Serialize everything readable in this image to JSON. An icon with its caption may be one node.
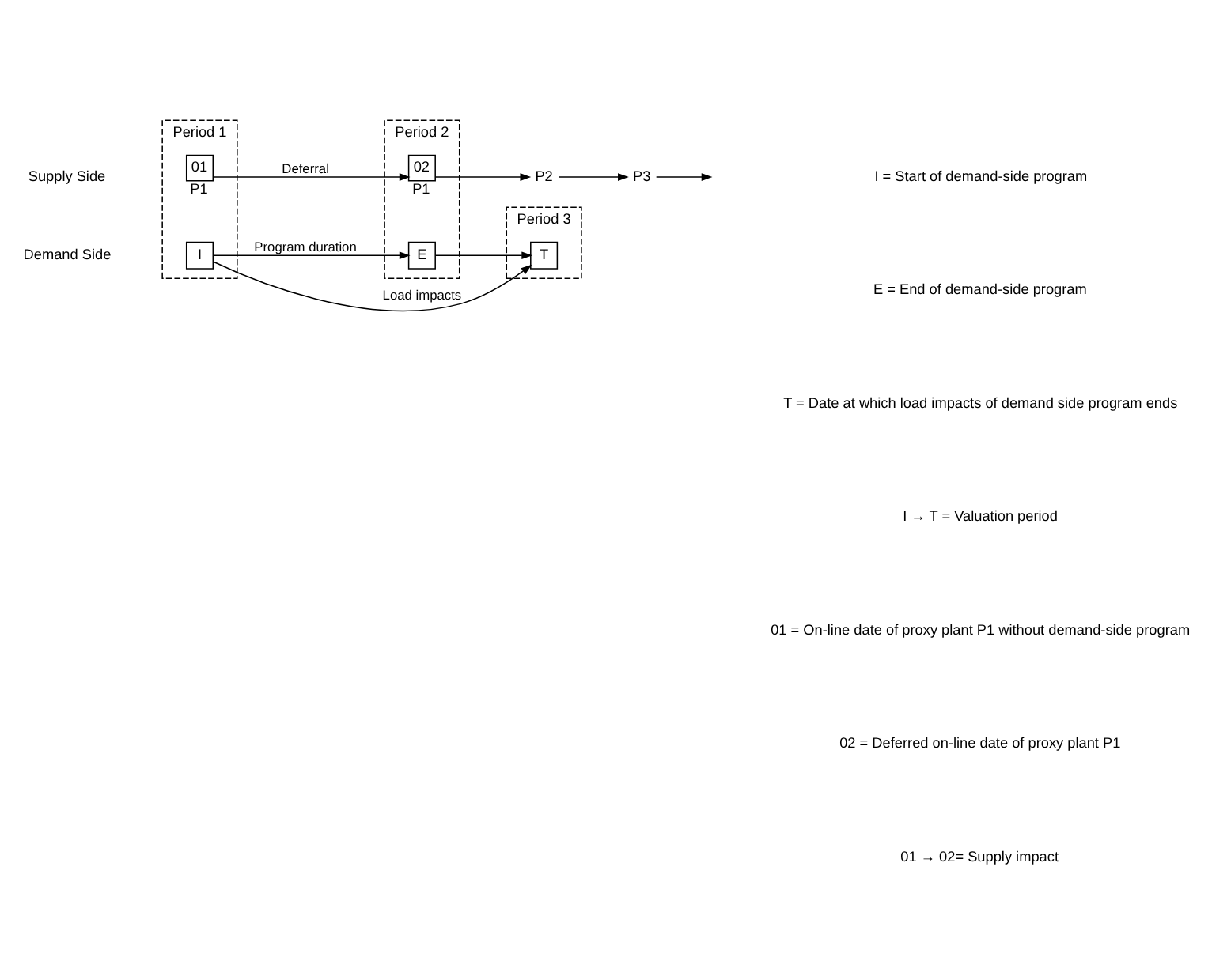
{
  "diagram": {
    "nodes": [
      {
        "text": [
          "Period 1"
        ]
      },
      {
        "text": [
          "Period 2"
        ]
      },
      {
        "text": [
          "Period 3"
        ]
      },
      {
        "text": [
          "I"
        ],
        "in": 0
      },
      {
        "text": [
          "E"
        ],
        "in": 1
      },
      {
        "text": [
          "T"
        ],
        "in": 2
      },
      {
        "text": [
          "01"
        ],
        "in": 0,
        "beside": [
          "P1"
        ]
      },
      {
        "text": [
          "02"
        ],
        "in": 1,
        "beside": [
          "P1"
        ]
      },
      {
        "text": [
          "P2"
        ]
      },
      {
        "text": [
          "P3"
        ]
      }
    ],
    "edges": [
      {
        "from": 3,
        "to": 4,
        "arrow": "to",
        "label": "Program duration"
      },
      {
        "from": 4,
        "to": 5,
        "arrow": "to"
      },
      {
        "from": 3,
        "to": 5,
        "arrow": "to",
        "label": "Load impacts"
      },
      {
        "from": 6,
        "to": 7,
        "arrow": "to",
        "label": "Deferral"
      },
      {
        "from": 7,
        "to": 8,
        "arrow": "to"
      },
      {
        "from": 8,
        "to": 9,
        "arrow": "to"
      },
      {
        "from": 9,
        "to": null,
        "arrow": "to"
      }
    ],
    "labels": [
      "Demand Side",
      "Supply Side",
      "I = Start of demand-side program",
      "E = End of demand-side program",
      "T = Date at which load impacts of demand side program ends",
      "I → T = Valuation period",
      "01 = On-line date of proxy plant P1 without demand-side program",
      "02 = Deferred on-line date of proxy plant P1",
      "01 → 02= Supply impact"
    ]
  }
}
